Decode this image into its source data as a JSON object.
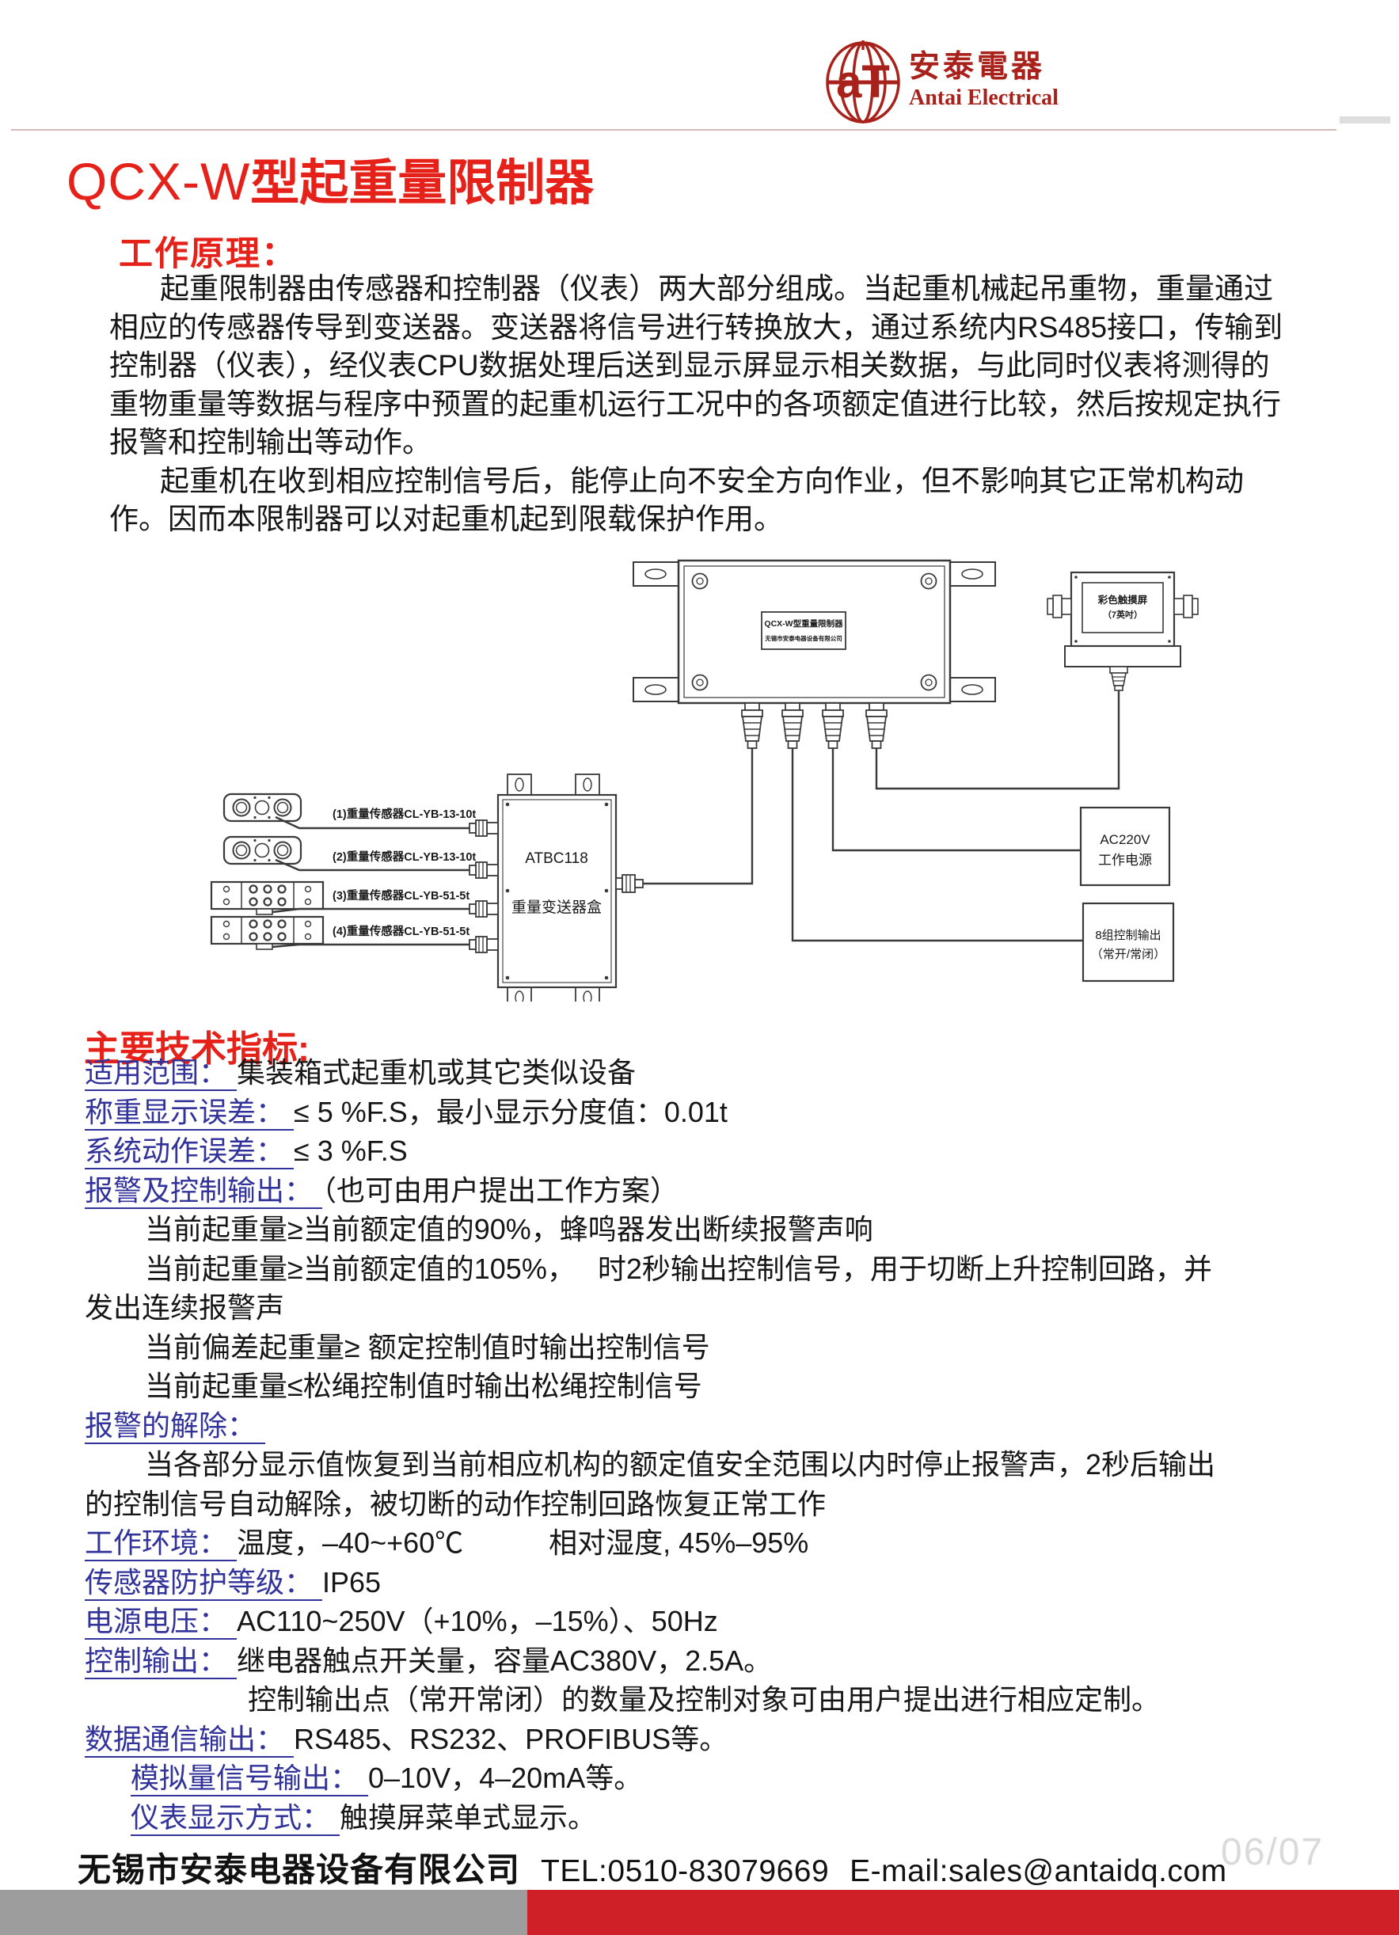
{
  "header": {
    "logo_cn": "安泰電器",
    "logo_en": "Antai Electrical",
    "logo_monogram": "aT"
  },
  "title": {
    "model": "QCX-W",
    "name": "型起重量限制器"
  },
  "principle": {
    "heading": "工作原理：",
    "lines": [
      "起重限制器由传感器和控制器（仪表）两大部分组成。当起重机械起吊重物，重量通过",
      "相应的传感器传导到变送器。变送器将信号进行转换放大，通过系统内RS485接口，传输到",
      "控制器（仪表），经仪表CPU数据处理后送到显示屏显示相关数据，与此同时仪表将测得的",
      "重物重量等数据与程序中预置的起重机运行工况中的各项额定值进行比较，然后按规定执行",
      "报警和控制输出等动作。",
      "起重机在收到相应控制信号后，能停止向不安全方向作业，但不影响其它正常机构动",
      "作。因而本限制器可以对起重机起到限载保护作用。"
    ]
  },
  "diagram": {
    "controller_line1": "QCX-W型重量限制器",
    "controller_line2": "无锡市安泰电器设备有限公司",
    "touchscreen_line1": "彩色触摸屏",
    "touchscreen_line2": "（7英吋）",
    "transmitter_line1": "ATBC118",
    "transmitter_line2": "重量变送器盒",
    "power_line1": "AC220V",
    "power_line2": "工作电源",
    "output_line1": "8组控制输出",
    "output_line2": "（常开/常闭）",
    "sensor1": "(1)重量传感器CL-YB-13-10t",
    "sensor2": "(2)重量传感器CL-YB-13-10t",
    "sensor3": "(3)重量传感器CL-YB-51-5t",
    "sensor4": "(4)重量传感器CL-YB-51-5t"
  },
  "specs": {
    "heading": "主要技术指标:",
    "lines": [
      {
        "label": "适用范围：",
        "text": "集装箱式起重机或其它类似设备"
      },
      {
        "label": "称重显示误差：",
        "text": "≤ 5  %F.S，最小显示分度值：0.01t"
      },
      {
        "label": "系统动作误差：",
        "text": "≤ 3  %F.S"
      },
      {
        "label": "报警及控制输出：",
        "text": "（也可由用户提出工作方案）"
      },
      {
        "label": "",
        "text": "当前起重量≥当前额定值的90%，蜂鸣器发出断续报警声响"
      },
      {
        "label": "",
        "text": "当前起重量≥当前额定值的105%，　 时2秒输出控制信号，用于切断上升控制回路，并"
      },
      {
        "label": "",
        "text": "发出连续报警声"
      },
      {
        "label": "",
        "text": "当前偏差起重量≥ 额定控制值时输出控制信号"
      },
      {
        "label": "",
        "text": "当前起重量≤松绳控制值时输出松绳控制信号"
      },
      {
        "label": "报警的解除：",
        "text": ""
      },
      {
        "label": "",
        "text": "当各部分显示值恢复到当前相应机构的额定值安全范围以内时停止报警声，2秒后输出"
      },
      {
        "label": "",
        "text": "的控制信号自动解除，被切断的动作控制回路恢复正常工作"
      },
      {
        "label": "工作环境：",
        "text": "温度，–40~+60℃　　　相对湿度, 45%–95%"
      },
      {
        "label": "传感器防护等级：",
        "text": "IP65"
      },
      {
        "label": "电源电压：",
        "text": "AC110~250V（+10%，–15%）、50Hz"
      },
      {
        "label": "控制输出：",
        "text": "继电器触点开关量，容量AC380V，2.5A。"
      },
      {
        "label": "",
        "text": "控制输出点（常开常闭）的数量及控制对象可由用户提出进行相应定制。"
      },
      {
        "label": "数据通信输出：",
        "text": "RS485、RS232、PROFIBUS等。"
      },
      {
        "label": "模拟量信号输出：",
        "text": "0–10V，4–20mA等。"
      },
      {
        "label": "仪表显示方式：",
        "text": "触摸屏菜单式显示。"
      }
    ]
  },
  "footer": {
    "company": "无锡市安泰电器设备有限公司",
    "tel": "TEL:0510-83079669",
    "email": "E-mail:sales@antaidq.com",
    "page": "06/07"
  }
}
